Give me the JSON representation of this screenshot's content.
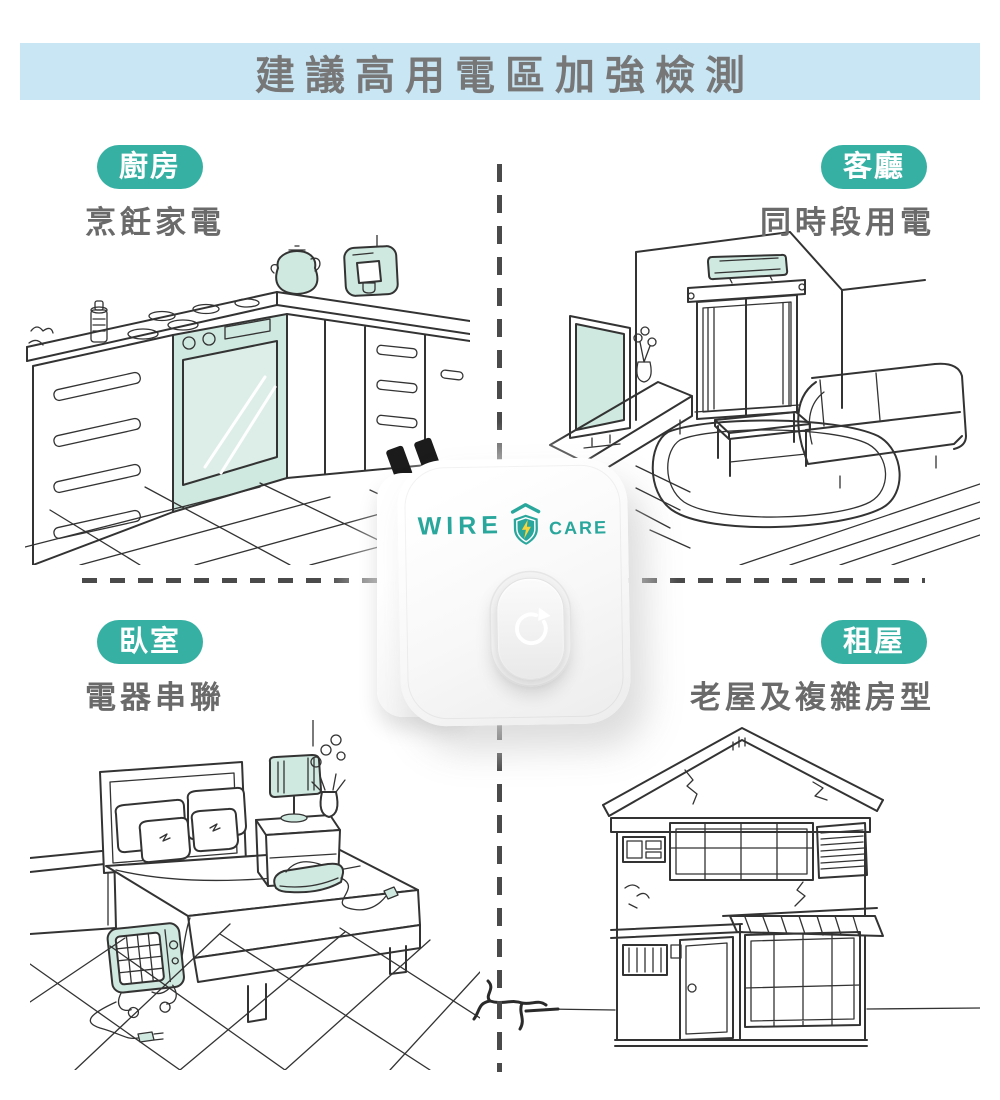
{
  "header": {
    "title": "建議高用電區加強檢測"
  },
  "product": {
    "brand_left": "WIRE",
    "brand_right": "CARE",
    "logo_icon": "shield-lightning-icon",
    "button_icon": "power-restart-icon"
  },
  "quadrants": [
    {
      "id": "kitchen",
      "label": "廚房",
      "subtitle": "烹飪家電",
      "scene": "kitchen-line-art"
    },
    {
      "id": "living-room",
      "label": "客廳",
      "subtitle": "同時段用電",
      "scene": "living-room-line-art"
    },
    {
      "id": "bedroom",
      "label": "臥室",
      "subtitle": "電器串聯",
      "scene": "bedroom-line-art"
    },
    {
      "id": "rental",
      "label": "租屋",
      "subtitle": "老屋及複雜房型",
      "scene": "old-house-line-art"
    }
  ],
  "colors": {
    "banner_bg": "#c9e6f5",
    "title_text": "#777777",
    "pill_bg": "#36b0a3",
    "pill_text": "#ffffff",
    "subtitle_text": "#6a6a6a",
    "divider": "#4a4a4a",
    "brand_teal": "#2aa79d",
    "bolt_yellow": "#f6d43c",
    "accent_mint": "#cfe8e0",
    "line_art": "#333333"
  }
}
